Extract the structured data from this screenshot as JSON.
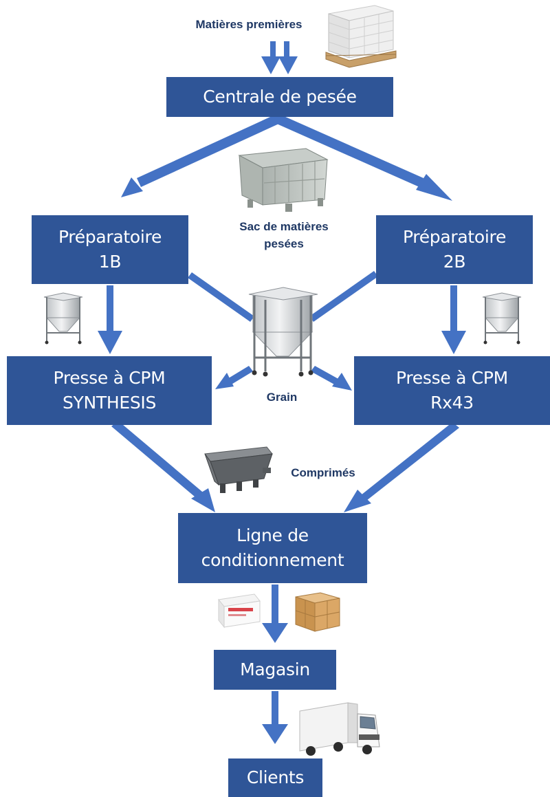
{
  "nodes": {
    "centrale": "Centrale de pesée",
    "prep_1b": "Préparatoire\n1B",
    "prep_2b": "Préparatoire\n2B",
    "presse_synthesis": "Presse à CPM\nSYNTHESIS",
    "presse_rx43": "Presse à CPM\nRx43",
    "ligne": "Ligne de\nconditionnement",
    "magasin": "Magasin",
    "clients": "Clients"
  },
  "labels": {
    "matieres": "Matières premières",
    "sac": "Sac de matières\npesées",
    "grain": "Grain",
    "comprimes": "Comprimés"
  },
  "images": {
    "sacks_pallet": "sacks-pallet",
    "plastic_bin": "plastic-bin",
    "ibc_container": "ibc-container",
    "tablet_hopper": "tablet-hopper",
    "medicine_box": "medicine-box",
    "cardboard_boxes": "cardboard-boxes",
    "delivery_truck": "delivery-truck"
  },
  "colors": {
    "box": "#2f5597",
    "arrow": "#4472c4",
    "label": "#1f3864"
  }
}
